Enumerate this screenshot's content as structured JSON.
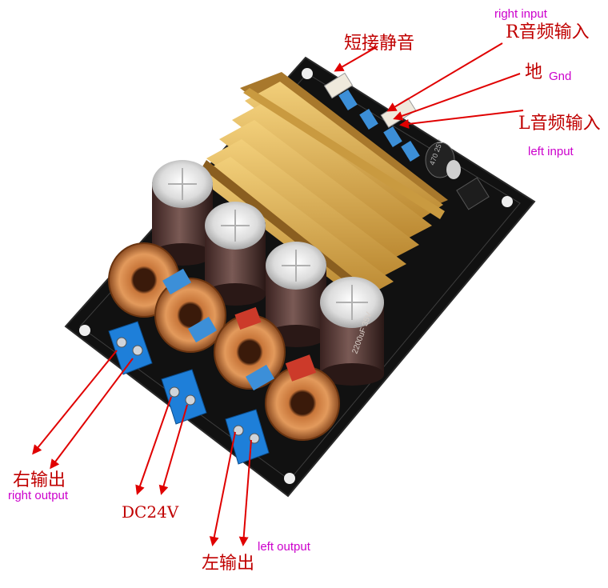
{
  "colors": {
    "board": "#111111",
    "heatsink": "#d9a94a",
    "arrow": "#e00000",
    "label_zh": "#c00000",
    "label_en": "#cc00cc",
    "terminal": "#1e7fd9"
  },
  "labels": {
    "right_input_en": "right input",
    "r_audio_input": "R音频输入",
    "short_mute": "短接静音",
    "ground": "地",
    "gnd_en": "Gnd",
    "l_audio_input": "L音频输入",
    "left_input_en": "left input",
    "right_output_zh": "右输出",
    "right_output_en": "right output",
    "dc24v": "DC24V",
    "left_output_zh": "左输出",
    "left_output_en": "left output"
  },
  "board_silk": {
    "capacitor_small": "470 25V",
    "capacitor_large": "2200uF 35V"
  }
}
